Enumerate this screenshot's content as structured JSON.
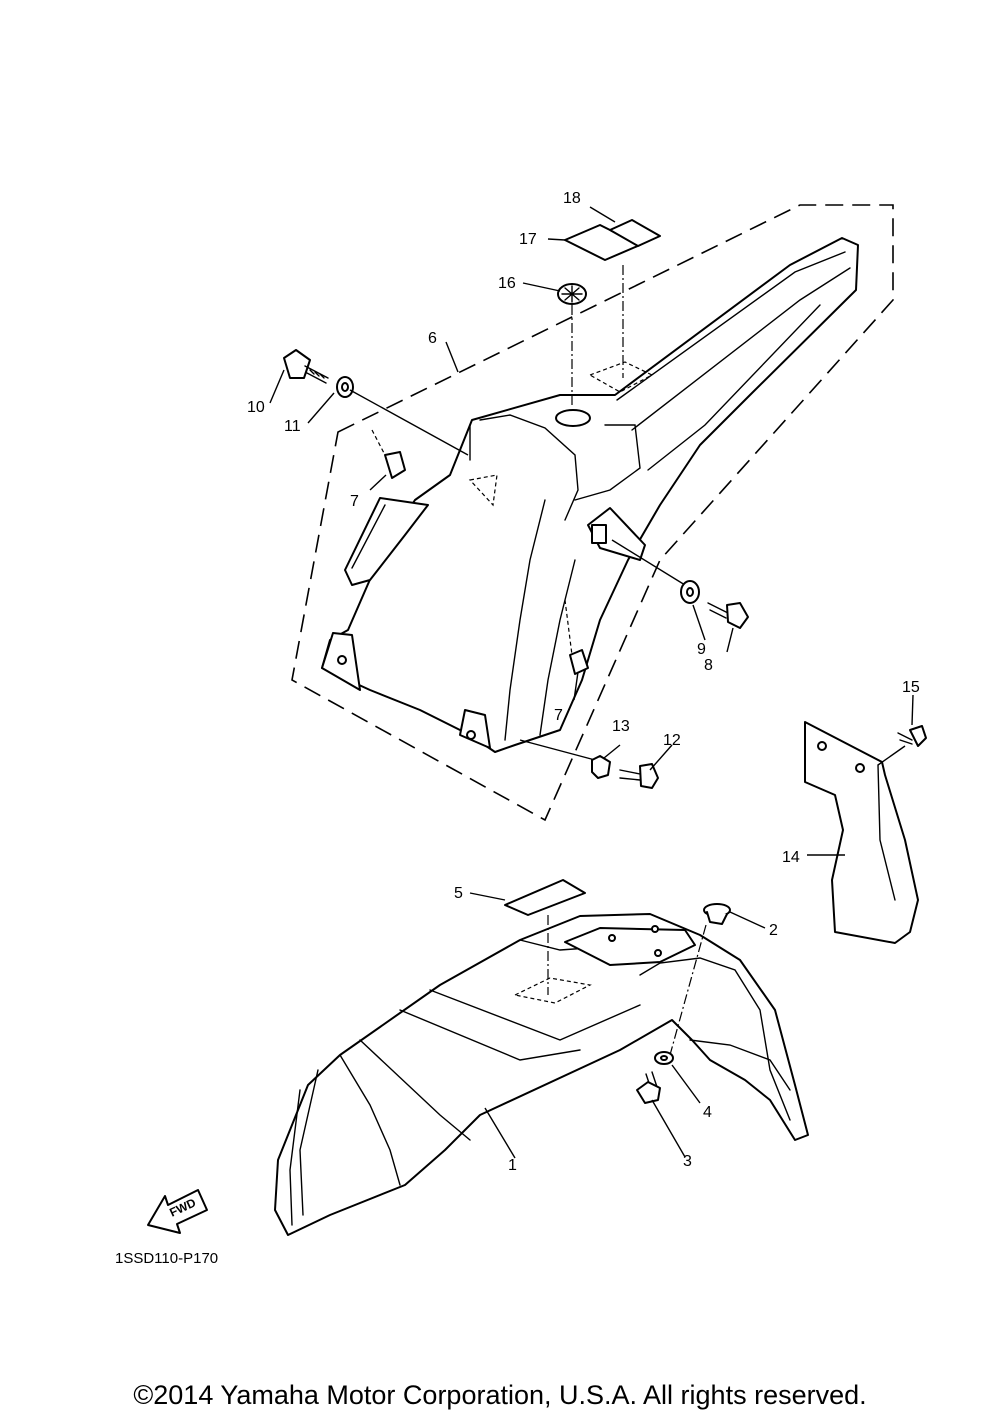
{
  "diagram": {
    "reference_code": "1SSD110-P170",
    "direction_label": "FWD",
    "callouts": {
      "c1": "1",
      "c2": "2",
      "c3": "3",
      "c4": "4",
      "c5": "5",
      "c6": "6",
      "c7a": "7",
      "c7b": "7",
      "c8": "8",
      "c9": "9",
      "c10": "10",
      "c11": "11",
      "c12": "12",
      "c13": "13",
      "c14": "14",
      "c15": "15",
      "c16": "16",
      "c17": "17",
      "c18": "18"
    }
  },
  "footer": {
    "copyright": "©2014 Yamaha Motor Corporation, U.S.A. All rights reserved."
  }
}
